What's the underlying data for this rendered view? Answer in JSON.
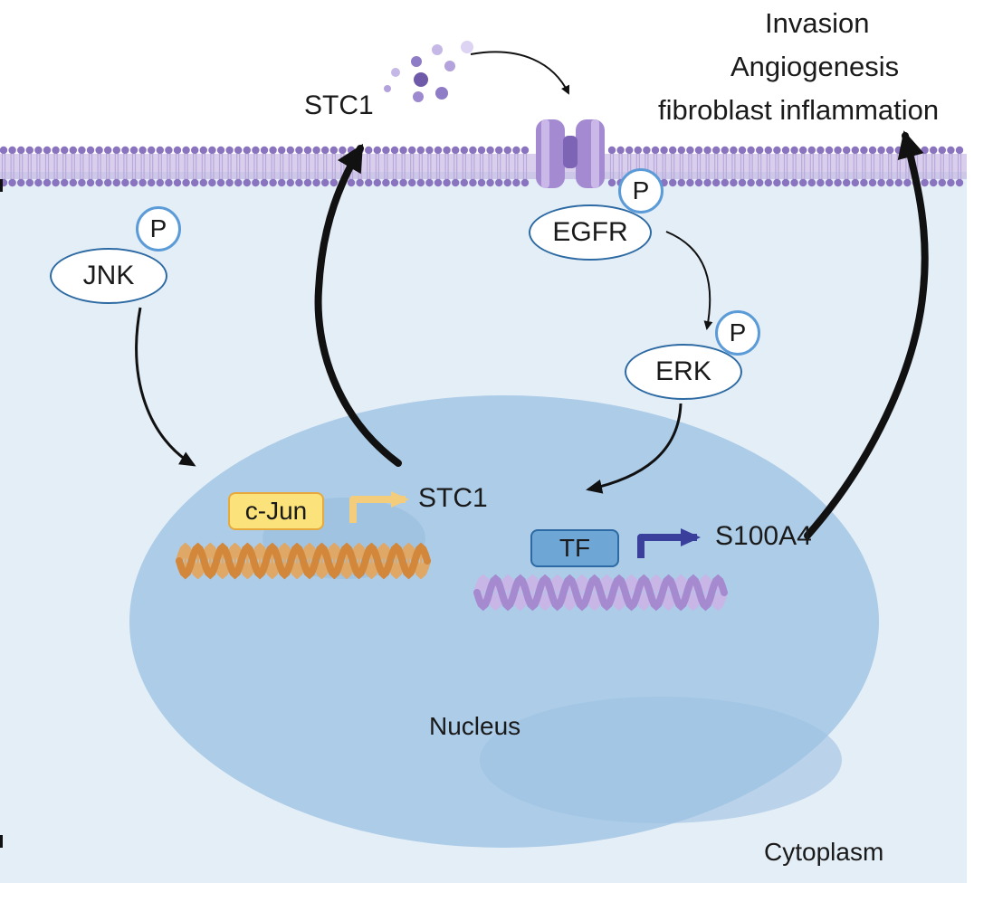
{
  "labels": {
    "stc1_secreted": "STC1",
    "stc1_gene": "STC1",
    "s100a4_gene": "S100A4",
    "outcome_1": "Invasion",
    "outcome_2": "Angiogenesis",
    "outcome_3": "fibroblast inflammation",
    "nucleus": "Nucleus",
    "cytoplasm": "Cytoplasm"
  },
  "proteins": {
    "jnk": "JNK",
    "egfr": "EGFR",
    "erk": "ERK",
    "phospho": "P"
  },
  "factors": {
    "c_jun": "c-Jun",
    "tf": "TF"
  },
  "colors": {
    "cytoplasm_fill": "#e4eef6",
    "nucleus_fill": "#a9c9e7",
    "membrane_head": "#8a74c0",
    "membrane_tail": "#b9a8dc",
    "receptor": "#a48ad0",
    "ligand_dots": "#8f7cc6",
    "oval_border": "#2d6aa3",
    "phospho_border": "#5b9bd8",
    "c_jun_fill": "#fbe27a",
    "c_jun_border": "#e8a93c",
    "tf_fill": "#6ea6d6",
    "dna_orange": "#d2873a",
    "dna_purple": "#a68ad0",
    "arrow_stc1_transcription": "#f3cc7c",
    "arrow_s100a4_transcription": "#3a3f9c",
    "arrow_main": "#111111"
  }
}
